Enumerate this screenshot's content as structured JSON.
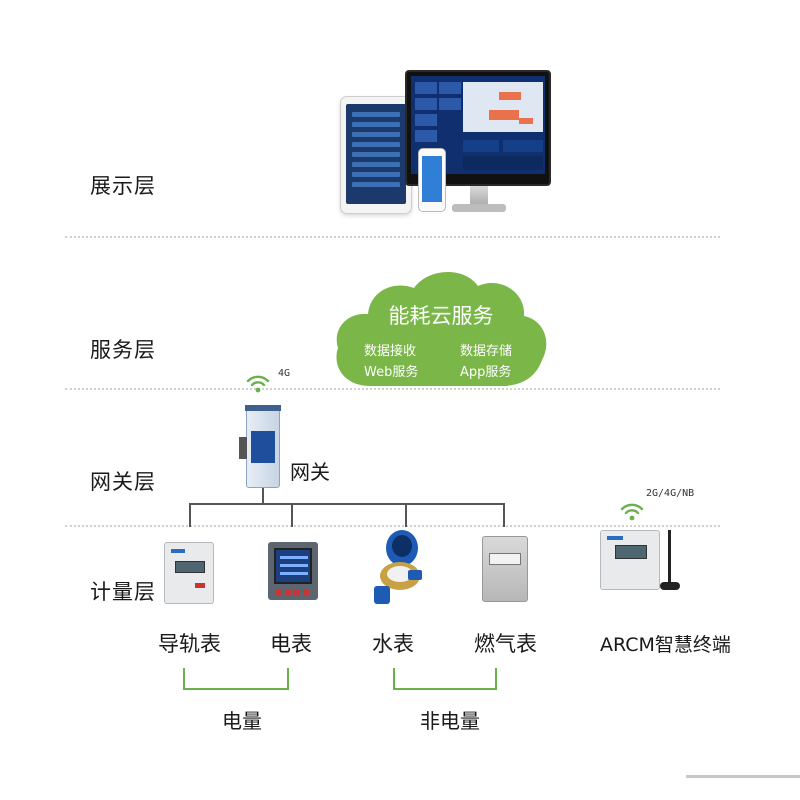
{
  "layers": {
    "display": "展示层",
    "service": "服务层",
    "gateway": "网关层",
    "metering": "计量层"
  },
  "cloud": {
    "title": "能耗云服务",
    "items": [
      "数据接收",
      "数据存储",
      "Web服务",
      "App服务"
    ],
    "color": "#7ab648"
  },
  "gateway": {
    "label": "网关",
    "signal": "4G"
  },
  "devices": [
    {
      "label": "导轨表"
    },
    {
      "label": "电表"
    },
    {
      "label": "水表"
    },
    {
      "label": "燃气表"
    },
    {
      "label": "ARCM智慧终端",
      "signal": "2G/4G/NB"
    }
  ],
  "groups": [
    {
      "label": "电量"
    },
    {
      "label": "非电量"
    }
  ],
  "colors": {
    "wifi": "#6ab04c",
    "bracket": "#6ab04c",
    "water_meter": "#1d5bb5"
  }
}
